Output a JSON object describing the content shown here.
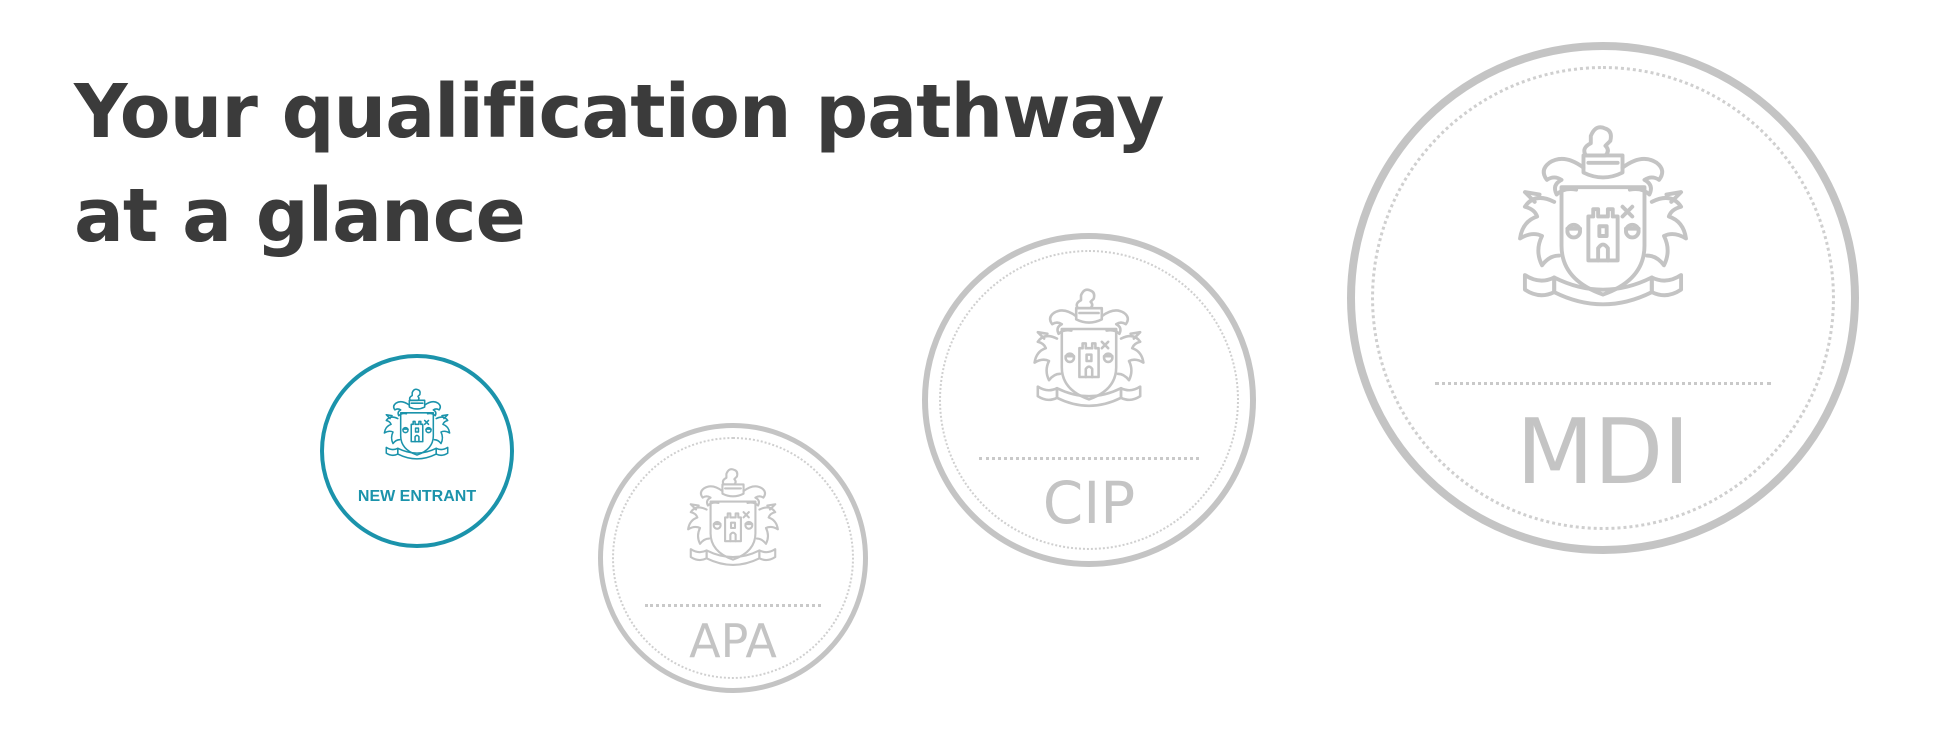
{
  "heading": {
    "line1": "Your qualification pathway",
    "line2": "at a glance"
  },
  "colors": {
    "heading": "#3b3b3b",
    "active": "#1b93ab",
    "inactive": "#c4c4c4"
  },
  "badges": [
    {
      "label": "NEW ENTRANT",
      "icon": "coat-of-arms-icon",
      "state": "active"
    },
    {
      "label": "APA",
      "icon": "coat-of-arms-icon",
      "state": "inactive"
    },
    {
      "label": "CIP",
      "icon": "coat-of-arms-icon",
      "state": "inactive"
    },
    {
      "label": "MDI",
      "icon": "coat-of-arms-icon",
      "state": "inactive"
    }
  ]
}
